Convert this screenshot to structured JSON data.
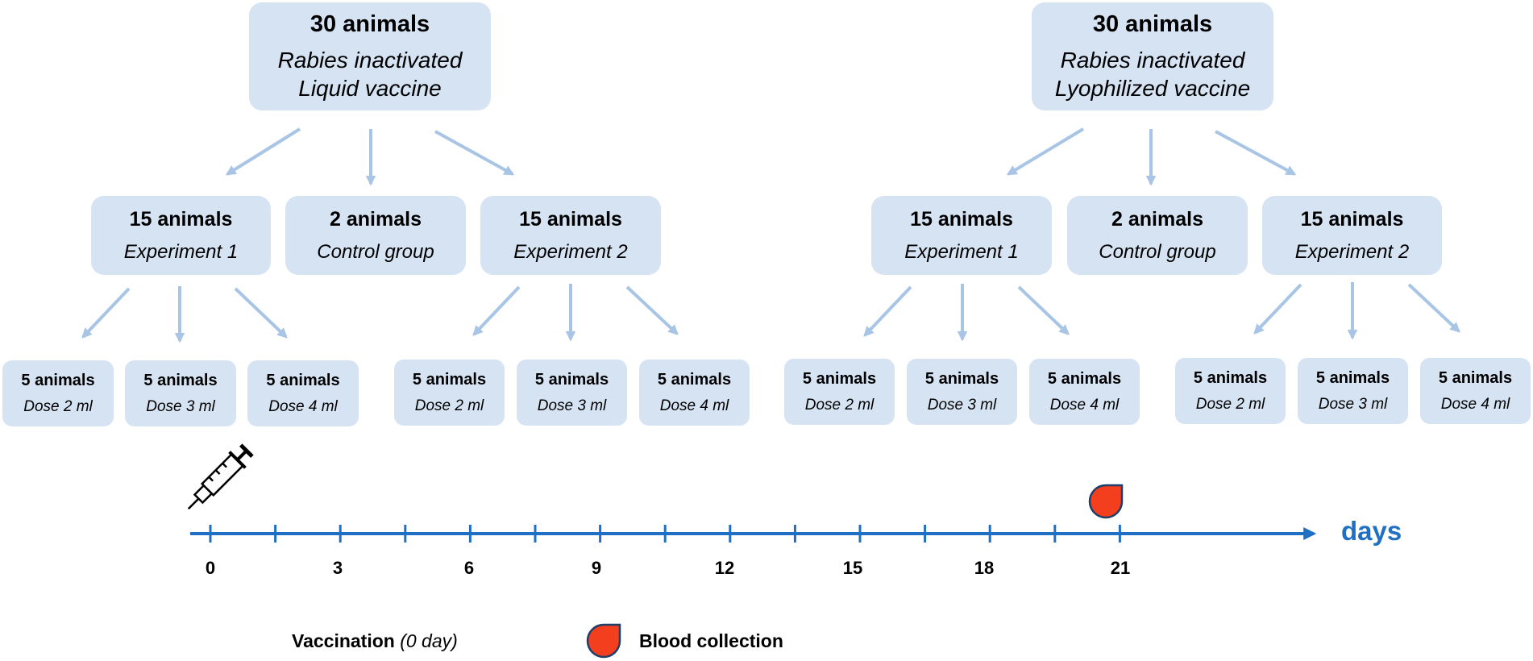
{
  "groups": [
    {
      "top": {
        "title": "30 animals",
        "line1": "Rabies inactivated",
        "line2": "Liquid vaccine"
      },
      "experiments": [
        {
          "title": "15 animals",
          "subtitle": "Experiment 1",
          "doses": [
            {
              "title": "5 animals",
              "dose": "Dose 2 ml"
            },
            {
              "title": "5 animals",
              "dose": "Dose 3 ml"
            },
            {
              "title": "5 animals",
              "dose": "Dose 4 ml"
            }
          ]
        },
        {
          "title": "2 animals",
          "subtitle": "Control group"
        },
        {
          "title": "15 animals",
          "subtitle": "Experiment 2",
          "doses": [
            {
              "title": "5 animals",
              "dose": "Dose 2 ml"
            },
            {
              "title": "5 animals",
              "dose": "Dose 3 ml"
            },
            {
              "title": "5 animals",
              "dose": "Dose 4 ml"
            }
          ]
        }
      ]
    },
    {
      "top": {
        "title": "30 animals",
        "line1": "Rabies inactivated",
        "line2": "Lyophilized vaccine"
      },
      "experiments": [
        {
          "title": "15 animals",
          "subtitle": "Experiment 1",
          "doses": [
            {
              "title": "5 animals",
              "dose": "Dose 2 ml"
            },
            {
              "title": "5 animals",
              "dose": "Dose 3 ml"
            },
            {
              "title": "5 animals",
              "dose": "Dose 4 ml"
            }
          ]
        },
        {
          "title": "2 animals",
          "subtitle": "Control group"
        },
        {
          "title": "15 animals",
          "subtitle": "Experiment 2",
          "doses": [
            {
              "title": "5 animals",
              "dose": "Dose 2 ml"
            },
            {
              "title": "5 animals",
              "dose": "Dose 3 ml"
            },
            {
              "title": "5 animals",
              "dose": "Dose 4 ml"
            }
          ]
        }
      ]
    }
  ],
  "timeline": {
    "unit_label": "days",
    "tick_count": 15,
    "labels": [
      "0",
      "3",
      "6",
      "9",
      "12",
      "15",
      "18",
      "21"
    ],
    "vaccination_day": 0,
    "blood_collection_day": 21,
    "color": "#1f6fc5"
  },
  "legend": {
    "vaccination_label": "Vaccination",
    "vaccination_note": "(0 day)",
    "blood_label": "Blood collection"
  },
  "colors": {
    "box": "#d6e3f3",
    "arrow": "#a9c5e6",
    "axis": "#1f6fc5",
    "blood": "#f33f1e"
  }
}
